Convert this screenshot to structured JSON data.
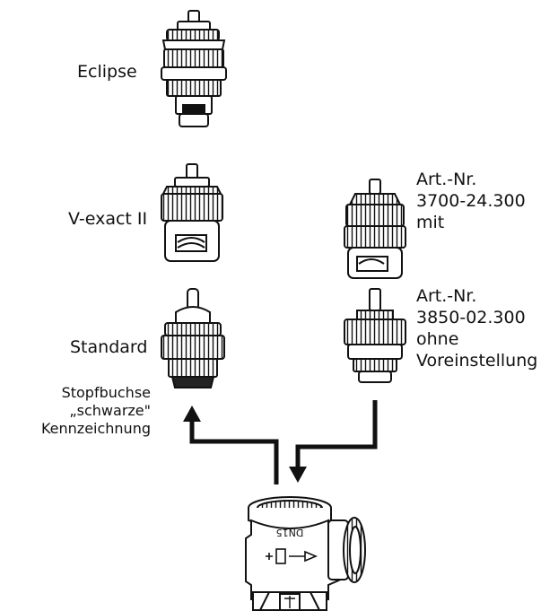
{
  "labels": {
    "eclipse": "Eclipse",
    "v_exact": "V-exact II",
    "standard": "Standard",
    "stopf_line1": "Stopfbuchse",
    "stopf_line2": "„schwarze\"",
    "stopf_line3": "Kennzeichnung",
    "art1_line1": "Art.-Nr.",
    "art1_line2": "3700-24.300",
    "art1_line3": "mit",
    "art2_line1": "Art.-Nr.",
    "art2_line2": "3850-02.300",
    "art2_line3": "ohne",
    "art2_line4": "Voreinstellung"
  },
  "valve_body": {
    "size_marking": "DN15"
  },
  "colors": {
    "line": "#111111",
    "background": "#ffffff"
  }
}
